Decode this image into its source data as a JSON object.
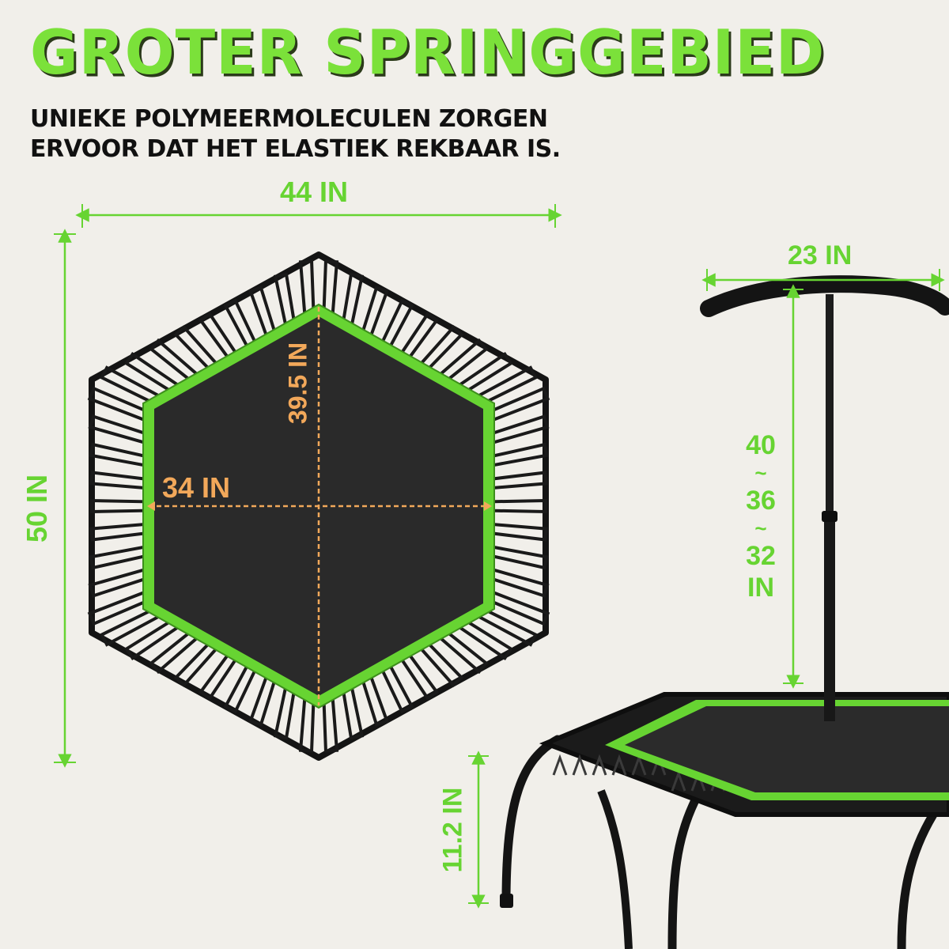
{
  "header": {
    "title": "GROTER SPRINGGEBIED",
    "subtitle": "UNIEKE POLYMEERMOLECULEN ZORGEN ERVOOR DAT HET ELASTIEK REKBAAR IS."
  },
  "dimensions": {
    "overall_width": "44 IN",
    "overall_height": "50 IN",
    "mat_width": "34 IN",
    "mat_height": "39.5 IN",
    "handle_width": "23 IN",
    "handle_height_1": "40",
    "handle_sep_1": "~",
    "handle_height_2": "36",
    "handle_sep_2": "~",
    "handle_height_3": "32",
    "handle_height_unit": "IN",
    "leg_height": "11.2 IN"
  },
  "colors": {
    "accent_green": "#67d432",
    "measure_orange": "#f2a85a",
    "mat_black": "#2a2a2a",
    "frame_black": "#141414",
    "background": "#f1efea"
  }
}
